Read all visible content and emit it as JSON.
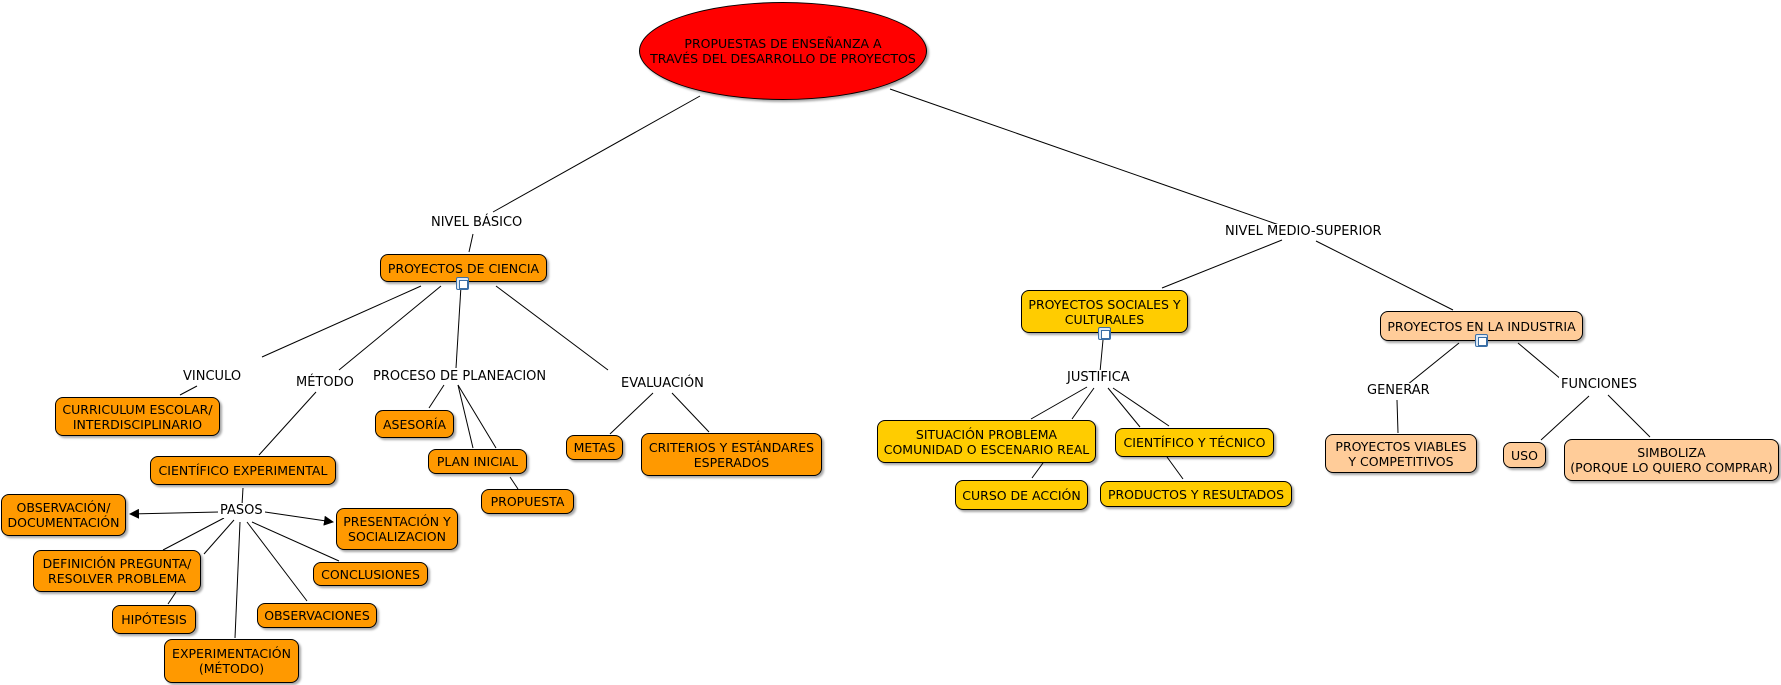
{
  "root": "PROPUESTAS DE ENSEÑANZA A\nTRAVÉS DEL DESARROLLO DE PROYECTOS",
  "colors": {
    "root": "#ff0000",
    "basico": "#ff9900",
    "sociales": "#ffcc00",
    "industria": "#ffcc99"
  },
  "icons": [
    "image-icon",
    "document-icon",
    "document-icon"
  ],
  "labels": {
    "nivel_basico": "NIVEL BÁSICO",
    "nivel_medio": "NIVEL MEDIO-SUPERIOR",
    "vinculo": "VINCULO",
    "metodo": "MÉTODO",
    "proceso": "PROCESO DE PLANEACION",
    "evaluacion": "EVALUACIÓN",
    "pasos": "PASOS",
    "justifica": "JUSTIFICA",
    "generar": "GENERAR",
    "funciones": "FUNCIONES"
  },
  "nodes": {
    "proyectos_ciencia": "PROYECTOS DE CIENCIA",
    "curriculum": "CURRICULUM ESCOLAR/\nINTERDISCIPLINARIO",
    "cientifico_experimental": "CIENTÍFICO EXPERIMENTAL",
    "observacion": "OBSERVACIÓN/\nDOCUMENTACIÓN",
    "presentacion": "PRESENTACIÓN Y\nSOCIALIZACION",
    "definicion": "DEFINICIÓN PREGUNTA/\nRESOLVER PROBLEMA",
    "conclusiones": "CONCLUSIONES",
    "hipotesis": "HIPÓTESIS",
    "observaciones": "OBSERVACIONES",
    "experimentacion": "EXPERIMENTACIÓN\n(MÉTODO)",
    "asesoria": "ASESORÍA",
    "plan_inicial": "PLAN INICIAL",
    "propuesta": "PROPUESTA",
    "metas": "METAS",
    "criterios": "CRITERIOS Y ESTÁNDARES\nESPERADOS",
    "proyectos_sociales": "PROYECTOS SOCIALES Y\nCULTURALES",
    "situacion": "SITUACIÓN PROBLEMA\nCOMUNIDAD O ESCENARIO REAL",
    "cientifico_tecnico": "CIENTÍFICO Y TÉCNICO",
    "curso_accion": "CURSO DE ACCIÓN",
    "productos": "PRODUCTOS Y RESULTADOS",
    "proyectos_industria": "PROYECTOS EN LA INDUSTRIA",
    "proyectos_viables": "PROYECTOS VIABLES\nY COMPETITIVOS",
    "uso": "USO",
    "simboliza": "SIMBOLIZA\n(PORQUE LO QUIERO COMPRAR)"
  }
}
